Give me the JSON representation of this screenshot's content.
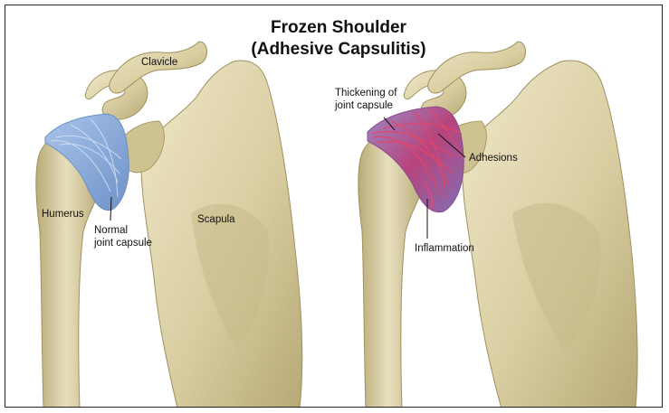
{
  "title": {
    "line1": "Frozen Shoulder",
    "line2": "(Adhesive Capsulitis)"
  },
  "left_panel": {
    "labels": {
      "clavicle": "Clavicle",
      "humerus": "Humerus",
      "scapula": "Scapula",
      "normal_capsule_line1": "Normal",
      "normal_capsule_line2": "joint capsule"
    }
  },
  "right_panel": {
    "labels": {
      "thickening_line1": "Thickening of",
      "thickening_line2": "joint capsule",
      "adhesions": "Adhesions",
      "inflammation": "Inflammation"
    }
  },
  "colors": {
    "bone": "#dcd1a6",
    "bone_shadow": "#b2a473",
    "normal_capsule": "#8fb0dc",
    "inflamed_capsule": "#b43a73",
    "adhesion_lines": "#d9405e"
  }
}
